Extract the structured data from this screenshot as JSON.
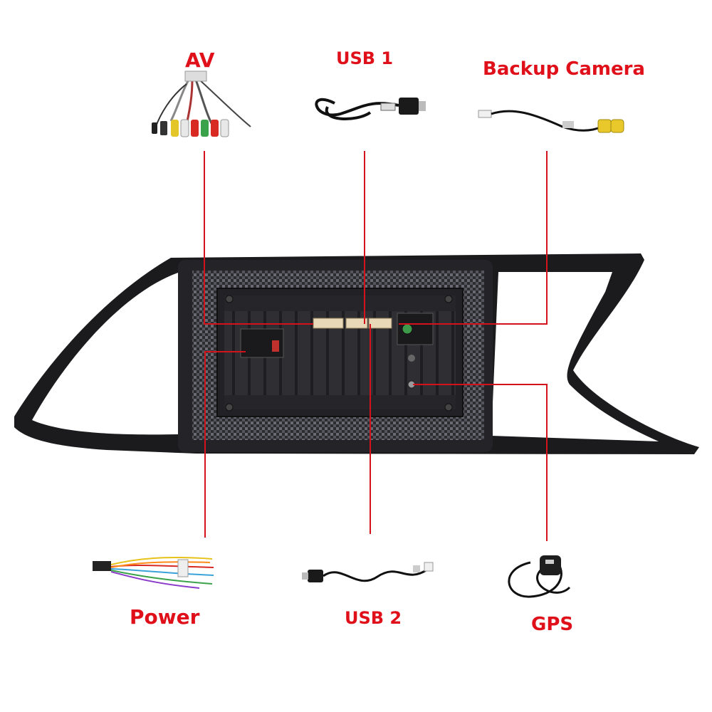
{
  "labels": {
    "av": "AV",
    "usb1": "USB 1",
    "backup_camera": "Backup Camera",
    "power": "Power",
    "usb2": "USB 2",
    "gps": "GPS"
  },
  "colors": {
    "label_red": "#e0101a",
    "line_red": "#d4121c",
    "frame": "#1b1b1d",
    "panel": "#2a2a2e",
    "mesh": "#6a6a74"
  },
  "icons": {
    "av": "av-harness-cable-icon",
    "usb1": "usb-cable-icon",
    "backup_camera": "rca-camera-cable-icon",
    "power": "power-harness-icon",
    "usb2": "usb-cable-icon",
    "gps": "gps-antenna-icon"
  }
}
